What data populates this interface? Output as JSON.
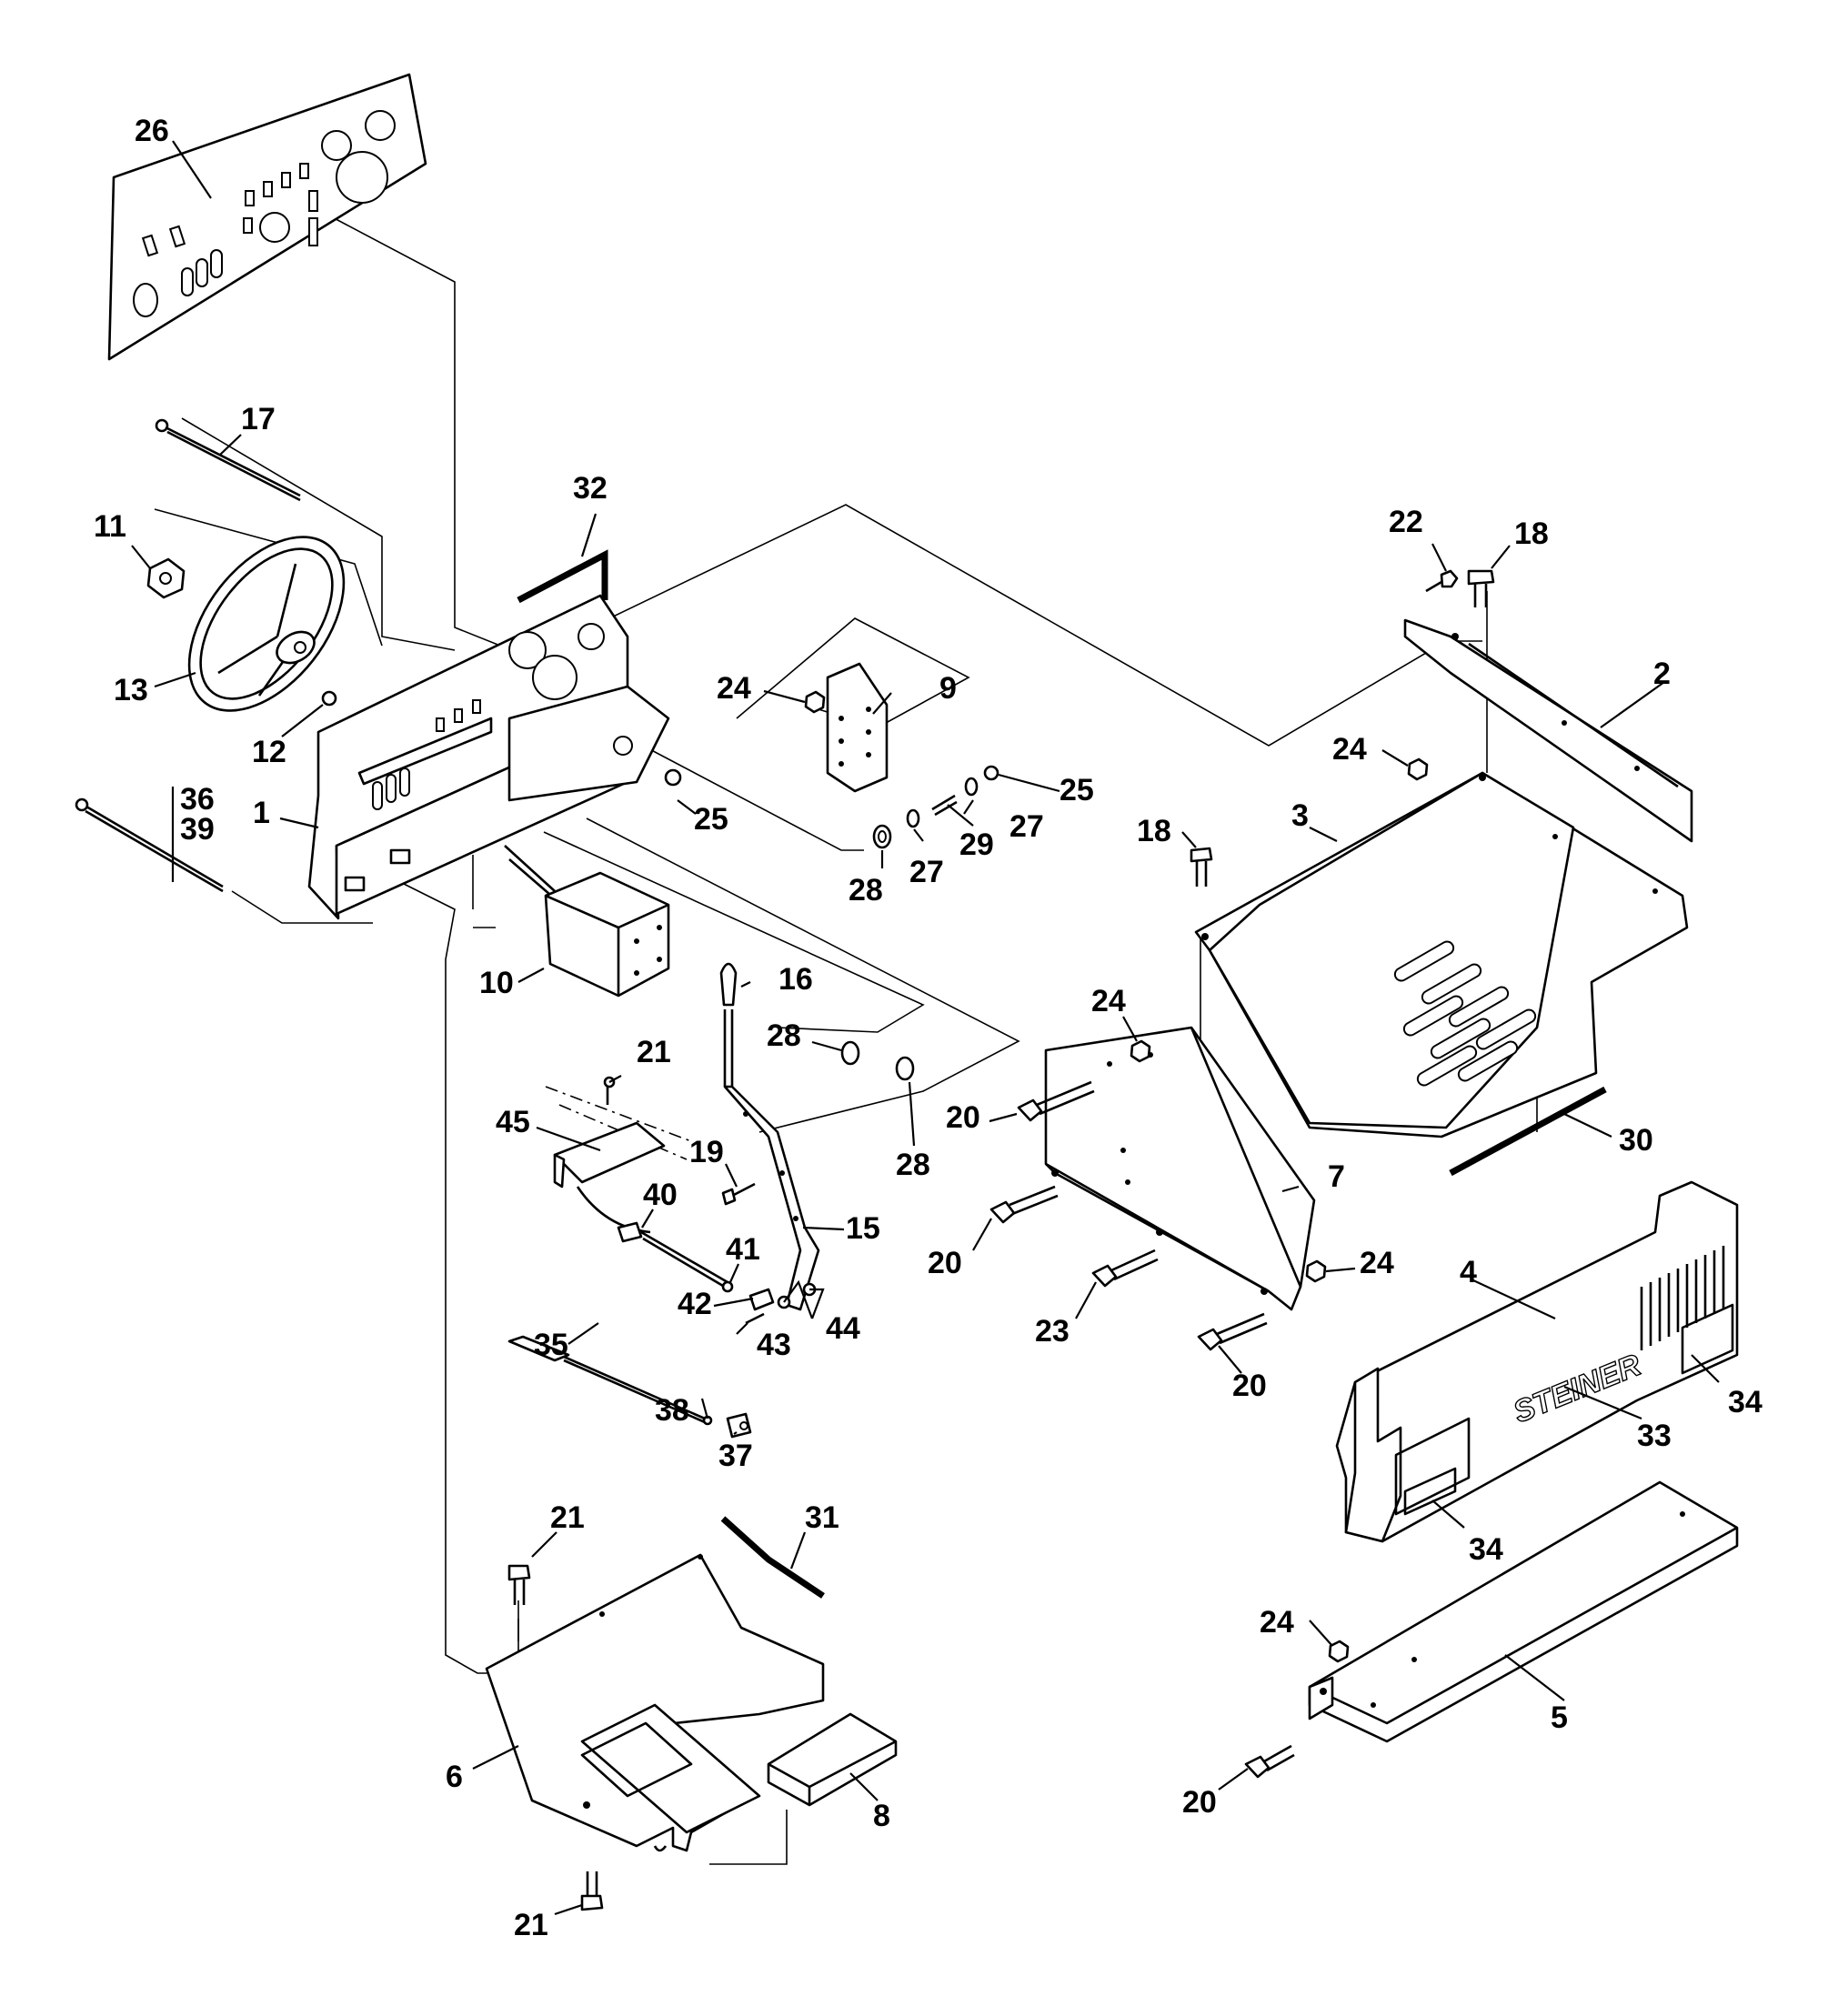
{
  "diagram": {
    "brand_logo_text": "STEINER",
    "callouts": [
      {
        "id": "c26",
        "text": "26"
      },
      {
        "id": "c17",
        "text": "17"
      },
      {
        "id": "c11",
        "text": "11"
      },
      {
        "id": "c13",
        "text": "13"
      },
      {
        "id": "c12",
        "text": "12"
      },
      {
        "id": "c32",
        "text": "32"
      },
      {
        "id": "c1",
        "text": "1"
      },
      {
        "id": "c36",
        "text": "36"
      },
      {
        "id": "c39",
        "text": "39"
      },
      {
        "id": "c10",
        "text": "10"
      },
      {
        "id": "c24a",
        "text": "24"
      },
      {
        "id": "c9",
        "text": "9"
      },
      {
        "id": "c25a",
        "text": "25"
      },
      {
        "id": "c25b",
        "text": "25"
      },
      {
        "id": "c27a",
        "text": "27"
      },
      {
        "id": "c29",
        "text": "29"
      },
      {
        "id": "c27b",
        "text": "27"
      },
      {
        "id": "c28a",
        "text": "28"
      },
      {
        "id": "c22",
        "text": "22"
      },
      {
        "id": "c18a",
        "text": "18"
      },
      {
        "id": "c2",
        "text": "2"
      },
      {
        "id": "c24b",
        "text": "24"
      },
      {
        "id": "c3",
        "text": "3"
      },
      {
        "id": "c18b",
        "text": "18"
      },
      {
        "id": "c16",
        "text": "16"
      },
      {
        "id": "c28b",
        "text": "28"
      },
      {
        "id": "c21a",
        "text": "21"
      },
      {
        "id": "c45",
        "text": "45"
      },
      {
        "id": "c19",
        "text": "19"
      },
      {
        "id": "c40",
        "text": "40"
      },
      {
        "id": "c28c",
        "text": "28"
      },
      {
        "id": "c15",
        "text": "15"
      },
      {
        "id": "c41",
        "text": "41"
      },
      {
        "id": "c42",
        "text": "42"
      },
      {
        "id": "c43",
        "text": "43"
      },
      {
        "id": "c44",
        "text": "44"
      },
      {
        "id": "c35",
        "text": "35"
      },
      {
        "id": "c38",
        "text": "38"
      },
      {
        "id": "c37",
        "text": "37"
      },
      {
        "id": "c24c",
        "text": "24"
      },
      {
        "id": "c20a",
        "text": "20"
      },
      {
        "id": "c7",
        "text": "7"
      },
      {
        "id": "c20b",
        "text": "20"
      },
      {
        "id": "c23",
        "text": "23"
      },
      {
        "id": "c24d",
        "text": "24"
      },
      {
        "id": "c20c",
        "text": "20"
      },
      {
        "id": "c30",
        "text": "30"
      },
      {
        "id": "c4",
        "text": "4"
      },
      {
        "id": "c33",
        "text": "33"
      },
      {
        "id": "c34a",
        "text": "34"
      },
      {
        "id": "c34b",
        "text": "34"
      },
      {
        "id": "c21b",
        "text": "21"
      },
      {
        "id": "c31",
        "text": "31"
      },
      {
        "id": "c6",
        "text": "6"
      },
      {
        "id": "c8",
        "text": "8"
      },
      {
        "id": "c21c",
        "text": "21"
      },
      {
        "id": "c24e",
        "text": "24"
      },
      {
        "id": "c5",
        "text": "5"
      },
      {
        "id": "c20d",
        "text": "20"
      }
    ]
  }
}
